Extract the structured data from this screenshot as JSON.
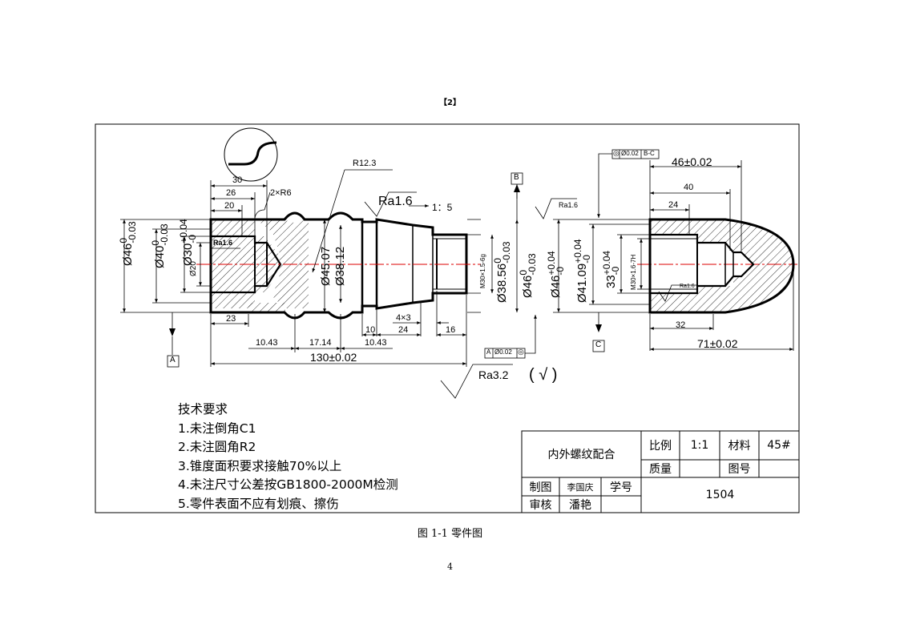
{
  "header_tag": "【2】",
  "detail_label": "2×R6",
  "dims": {
    "d30": "30",
    "d26": "26",
    "d20": "20",
    "d23": "23",
    "d10_43a": "10.43",
    "d17_14": "17.14",
    "d10_43b": "10.43",
    "d10": "10",
    "d4x3": "4×3",
    "d24": "24",
    "d16": "16",
    "d130": "130±0.02",
    "r12_3": "R12.3",
    "d46r": "46±0.02",
    "d40r": "40",
    "d24r": "24",
    "d32r": "32",
    "d71r": "71±0.02"
  },
  "diameters": {
    "phi46": "Ø46",
    "phi46_tol": "0\n-0.03",
    "phi40": "Ø40",
    "phi40_tol": "0\n-0.03",
    "phi30": "Ø30",
    "phi30_tol": "+0.04\n-0",
    "phi20": "Ø20",
    "phi45_07": "Ø45.07",
    "phi38_12": "Ø38.12",
    "m30_shaft": "M30×1.5-6g",
    "phi38_56": "Ø38.56",
    "phi38_56_tol": "0\n-0.03",
    "phi46b": "Ø46",
    "phi46b_tol": "0\n-0.03",
    "phi46c": "Ø46",
    "phi46c_tol": "+0.04\n-0",
    "phi41_09": "Ø41.09",
    "phi41_09_tol": "+0.04\n-0",
    "d33": "33",
    "d33_tol": "+0.04\n-0",
    "m30_nut": "M30×1.6-7H"
  },
  "roughness": {
    "ra1_6_inner": "Ra1.6",
    "ra1_6_top": "Ra1.6",
    "ra1_6_right": "Ra1.6",
    "ra1_6_nut": "Ra1.6",
    "ra3_2": "Ra3.2",
    "check": "( √ )",
    "taper": "1：5"
  },
  "datums": {
    "a": "A",
    "b": "B",
    "c": "C"
  },
  "tolerance_frames": {
    "left": {
      "datum": "A",
      "value": "Ø0.02",
      "symbol": "◎"
    },
    "right": {
      "symbol": "◎",
      "value": "Ø0.02",
      "datum": "B-C"
    }
  },
  "tech_requirements": {
    "title": "技术要求",
    "items": [
      "1.未注倒角C1",
      "2.未注圆角R2",
      "3.锥度面积要求接触70%以上",
      "4.未注尺寸公差按GB1800-2000M检测",
      "5.零件表面不应有划痕、擦伤"
    ]
  },
  "title_block": {
    "part_name": "内外螺纹配合",
    "scale_label": "比例",
    "scale_value": "1:1",
    "material_label": "材料",
    "material_value": "45#",
    "mass_label": "质量",
    "drawing_no_label": "图号",
    "drawn_label": "制图",
    "drawn_by": "李国庆",
    "student_no_label": "学号",
    "reviewed_label": "审核",
    "reviewed_by": "潘艳",
    "number": "1504"
  },
  "caption": "图 1-1  零件图",
  "page_number": "4"
}
